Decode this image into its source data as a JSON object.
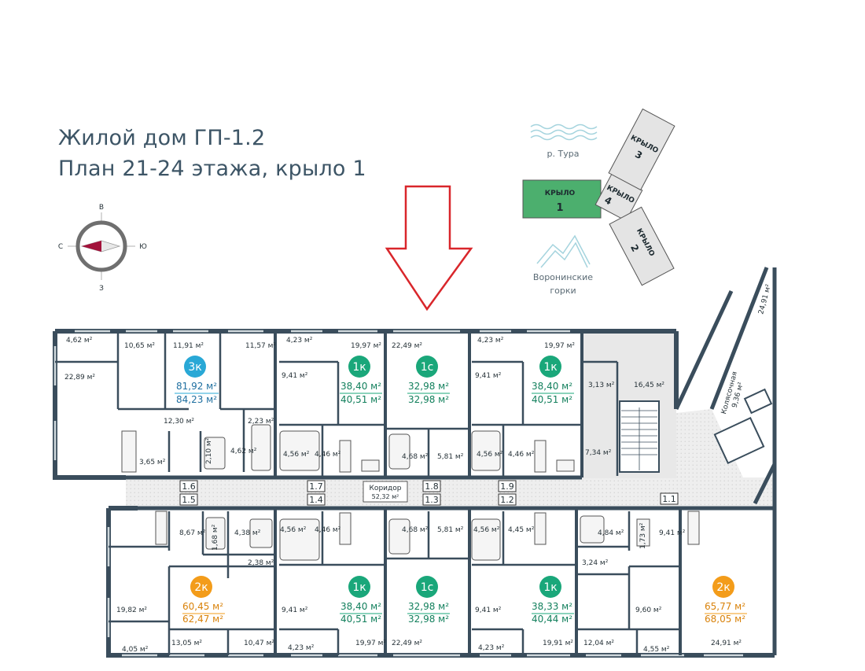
{
  "title": {
    "line1": "Жилой дом ГП-1.2",
    "line2": "План 21-24 этажа, крыло 1"
  },
  "compass": {
    "n": "В",
    "s": "З",
    "w": "С",
    "e": "Ю"
  },
  "site_map": {
    "river": "р. Тура",
    "hills_line1": "Воронинские",
    "hills_line2": "горки",
    "wings": [
      {
        "label": "КРЫЛО",
        "num": "1",
        "active": true
      },
      {
        "label": "КРЫЛО",
        "num": "2"
      },
      {
        "label": "КРЫЛО",
        "num": "3"
      },
      {
        "label": "КРЫЛО",
        "num": "4"
      }
    ],
    "active_color": "#4caf6e"
  },
  "colors": {
    "teal": "#1aa77a",
    "blue": "#29a8d6",
    "orange": "#f39c1a",
    "wall": "#3a4d5c",
    "arrow": "#d9262b"
  },
  "apartments": [
    {
      "type": "3к",
      "area": "81,92 м²",
      "total": "84,23 м²"
    },
    {
      "type": "1к",
      "area": "38,40 м²",
      "total": "40,51 м²"
    },
    {
      "type": "1с",
      "area": "32,98 м²",
      "total": "32,98 м²"
    },
    {
      "type": "1к",
      "area": "38,40 м²",
      "total": "40,51 м²"
    },
    {
      "type": "2к",
      "area": "60,45 м²",
      "total": "62,47 м²"
    },
    {
      "type": "1к",
      "area": "38,40 м²",
      "total": "40,51 м²"
    },
    {
      "type": "1с",
      "area": "32,98 м²",
      "total": "32,98 м²"
    },
    {
      "type": "1к",
      "area": "38,33 м²",
      "total": "40,44 м²"
    },
    {
      "type": "2к",
      "area": "65,77 м²",
      "total": "68,05 м²"
    }
  ],
  "corridor": {
    "name": "Коридор",
    "area": "52,32 м²"
  },
  "stroller": {
    "name": "Колясочная",
    "area": "9,36 м²"
  },
  "exits": [
    "1.6",
    "1.5",
    "1.7",
    "1.4",
    "1.8",
    "1.3",
    "1.9",
    "1.2",
    "1.1"
  ],
  "room_areas": {
    "top": [
      "4,62 м²",
      "10,65 м²",
      "11,91 м²",
      "11,57 м²",
      "22,89 м²",
      "12,30 м²",
      "2,23 м²",
      "4,62 м²",
      "3,65 м²",
      "2,10 м²",
      "4,23 м²",
      "19,97 м²",
      "9,41 м²",
      "4,56 м²",
      "4,46 м²",
      "22,49 м²",
      "4,68 м²",
      "5,81 м²",
      "4,23 м²",
      "19,97 м²",
      "9,41 м²",
      "4,56 м²",
      "4,46 м²",
      "3,13 м²",
      "16,45 м²",
      "7,34 м²",
      "24,91 м²"
    ],
    "bottom": [
      "8,67 м²",
      "1,68 м²",
      "4,38 м²",
      "2,38 м²",
      "19,82 м²",
      "4,05 м²",
      "13,05 м²",
      "10,47 м²",
      "4,56 м²",
      "4,46 м²",
      "9,41 м²",
      "4,23 м²",
      "19,97 м²",
      "4,68 м²",
      "5,81 м²",
      "22,49 м²",
      "4,56 м²",
      "4,45 м²",
      "9,41 м²",
      "4,23 м²",
      "19,91 м²",
      "4,84 м²",
      "1,73 м²",
      "9,41 м²",
      "3,24 м²",
      "9,60 м²",
      "12,04 м²",
      "4,55 м²",
      "24,91 м²"
    ]
  }
}
